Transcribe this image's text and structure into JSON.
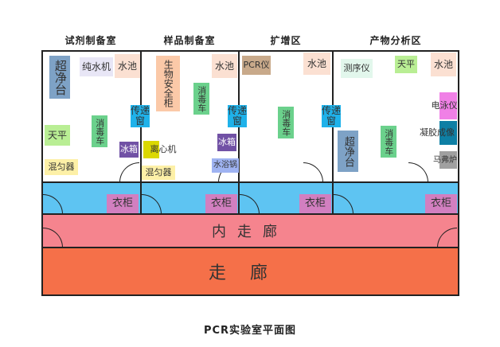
{
  "rooms": {
    "r1": "试剂制备室",
    "r2": "样品制备室",
    "r3": "扩增区",
    "r4": "产物分析区"
  },
  "equipment": {
    "super_clean_1": "超净台",
    "pure_water": "纯水机",
    "sink1": "水池",
    "scale1": "天平",
    "disinfect1": "消毒车",
    "pass1": "传递窗",
    "fridge1": "冰箱",
    "centrifuge": "离心机",
    "mixer1": "混匀器",
    "mixer2": "混匀器",
    "bio_cabinet": "生物安全柜",
    "sink2": "水池",
    "disinfect2": "消毒车",
    "pass2": "传递窗",
    "fridge2": "冰箱",
    "water_bath": "水浴锅",
    "pcr": "PCR仪",
    "sink3": "水池",
    "disinfect3": "消毒车",
    "pass3": "传递窗",
    "sequencer": "测序仪",
    "scale2": "天平",
    "sink4": "水池",
    "electro": "电泳仪",
    "super_clean_2": "超净台",
    "disinfect4": "消毒车",
    "gel_imager": "凝胶成像",
    "muffle": "马弗炉"
  },
  "wardrobe": "衣柜",
  "inner_hall": "内走廊",
  "outer_hall": "走廊",
  "caption": "PCR实验室平面图",
  "colors": {
    "buffer": "#5ec4f2",
    "inner_hall": "#f5848e",
    "outer_hall": "#f57049",
    "pass_window": "#1fb2ea",
    "wardrobe": "#d27fc0"
  }
}
